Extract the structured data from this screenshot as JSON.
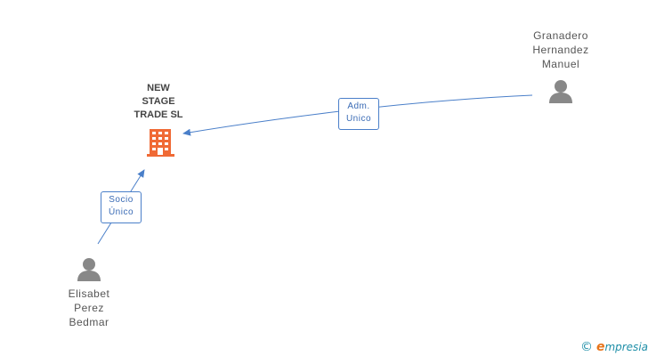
{
  "nodes": {
    "company": {
      "name_lines": [
        "NEW",
        "STAGE",
        "TRADE SL"
      ],
      "icon": "building-icon",
      "color": "#f06a35"
    },
    "person_top_right": {
      "name_lines": [
        "Granadero",
        "Hernandez",
        "Manuel"
      ],
      "icon": "person-icon"
    },
    "person_bottom_left": {
      "name_lines": [
        "Elisabet",
        "Perez",
        "Bedmar"
      ],
      "icon": "person-icon"
    }
  },
  "edges": {
    "adm": {
      "label_lines": [
        "Adm.",
        "Unico"
      ]
    },
    "socio": {
      "label_lines": [
        "Socio",
        "Único"
      ]
    }
  },
  "colors": {
    "edge": "#4a7fc9",
    "person": "#888888"
  },
  "watermark": {
    "symbol": "©",
    "brand_initial": "e",
    "brand_rest": "mpresia"
  }
}
